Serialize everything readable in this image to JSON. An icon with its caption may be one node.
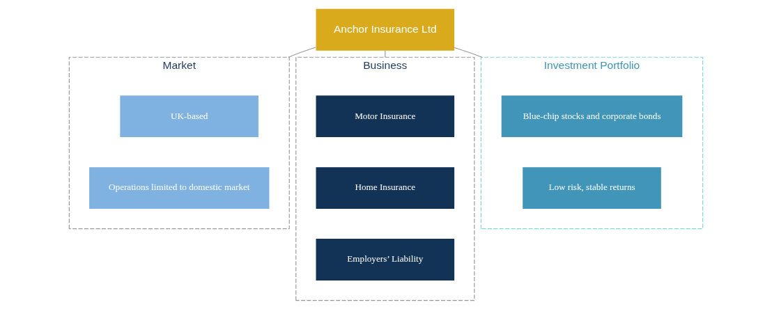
{
  "diagram": {
    "nodes": [
      {
        "text": [
          "Anchor Insurance Ltd"
        ]
      },
      {
        "text": [
          "Market"
        ]
      },
      {
        "text": [
          "UK-based"
        ],
        "in": 1
      },
      {
        "text": [
          "Operations limited to domestic market"
        ],
        "in": 1
      },
      {
        "text": [
          "Business"
        ]
      },
      {
        "text": [
          "Motor Insurance"
        ],
        "in": 4
      },
      {
        "text": [
          "Home Insurance"
        ],
        "in": 4
      },
      {
        "text": [
          "Employers’ Liability"
        ],
        "in": 4
      },
      {
        "text": [
          "Investment Portfolio"
        ]
      },
      {
        "text": [
          "Blue-chip stocks and corporate bonds"
        ],
        "in": 8
      },
      {
        "text": [
          "Low risk, stable returns"
        ],
        "in": 8
      }
    ],
    "edges": [
      {
        "from": 0,
        "to": 1,
        "arrow": "none"
      },
      {
        "from": 0,
        "to": 4,
        "arrow": "none"
      },
      {
        "from": 0,
        "to": 8,
        "arrow": "none"
      }
    ]
  }
}
